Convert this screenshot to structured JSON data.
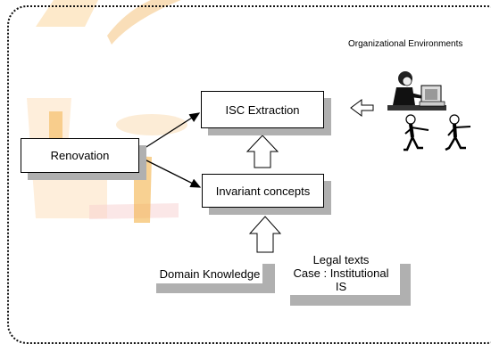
{
  "nodes": {
    "renovation": "Renovation",
    "isc_extraction": "ISC Extraction",
    "invariant_concepts": "Invariant concepts",
    "domain_knowledge": "Domain Knowledge",
    "legal_texts_line1": "Legal texts",
    "legal_texts_line2": "Case : Institutional",
    "legal_texts_line3": "IS"
  },
  "labels": {
    "organizational_environments": "Organizational Environments"
  },
  "colors": {
    "frame": "#111111",
    "shadow": "#b0b0b0",
    "watermark_orange": "#f3b24a",
    "watermark_red": "#d9534f"
  },
  "icons": {
    "person_at_computer": "person-at-computer-icon",
    "stick_figures": "stick-figure-icon"
  }
}
